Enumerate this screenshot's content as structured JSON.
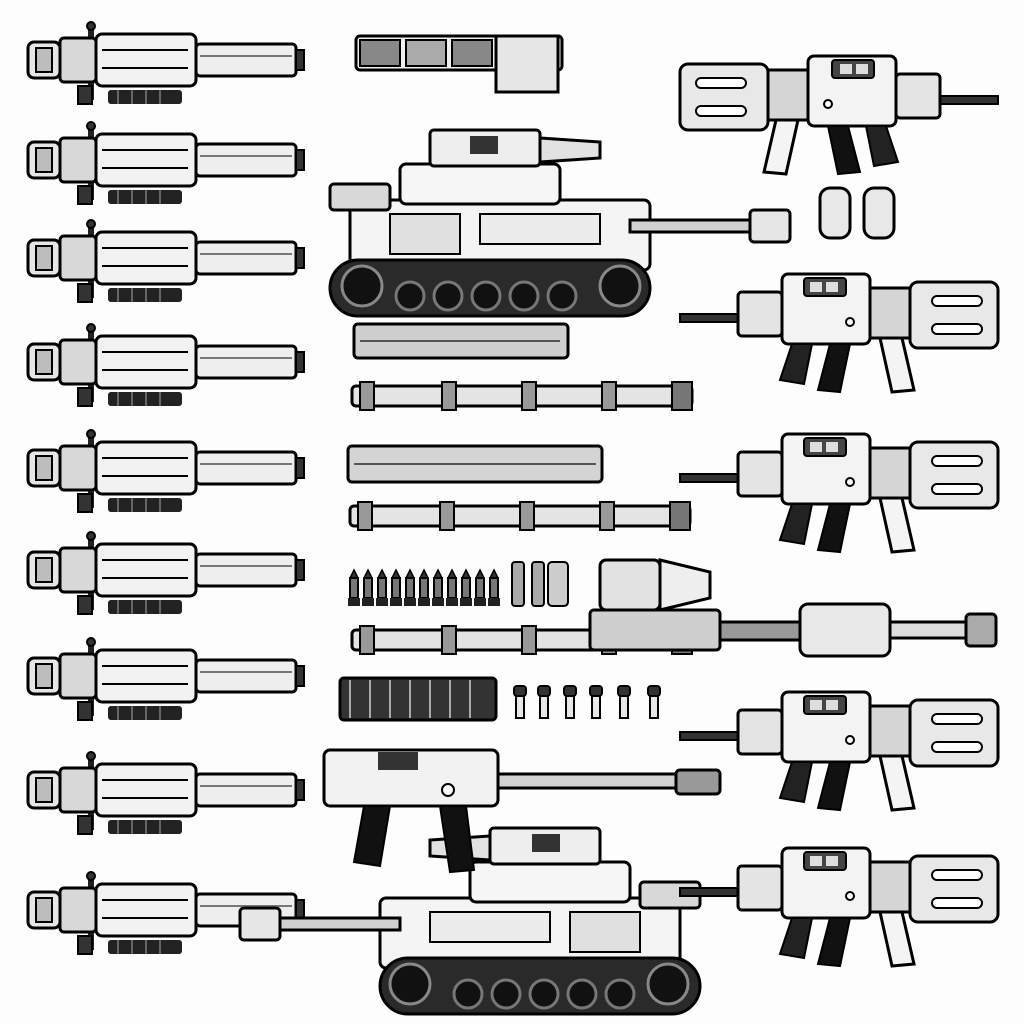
{
  "sheet": {
    "background": "#fdfdfd",
    "ink": "#111111",
    "metal_light": "#f2f2f2",
    "metal_mid": "#c9c9c9",
    "metal_dark": "#7a7a7a",
    "style": "black-and-white pixel-art weapon and tank sprite sheet"
  },
  "sprites": {
    "minigun_column_count": 9,
    "tank_count": 2,
    "rifle_count": 5,
    "launcher_count": 1,
    "barrel_pieces": 7,
    "cartridge_strip_rounds": 11,
    "loose_shells": 3,
    "small_shells": 6,
    "capsules": 2
  }
}
